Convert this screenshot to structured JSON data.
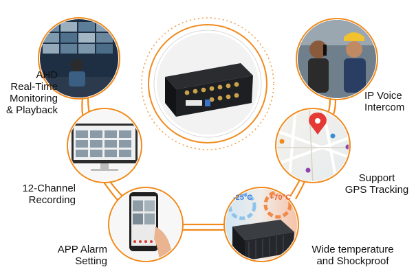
{
  "features": {
    "ahd": "AHD\nReal-Time\nMonitoring\n& Playback",
    "recording": "12-Channel\nRecording",
    "app": "APP Alarm\nSetting",
    "ip_voice": "IP Voice\nIntercom",
    "gps": "Support\nGPS Tracking",
    "temp": "Wide temperature\nand Shockproof"
  },
  "temperature": {
    "cold": "-25°C",
    "hot": "+70°C"
  },
  "colors": {
    "accent": "#f08a1c",
    "ring": "#f3a04a",
    "device": "#1d1f22",
    "map_pin": "#e53935"
  }
}
